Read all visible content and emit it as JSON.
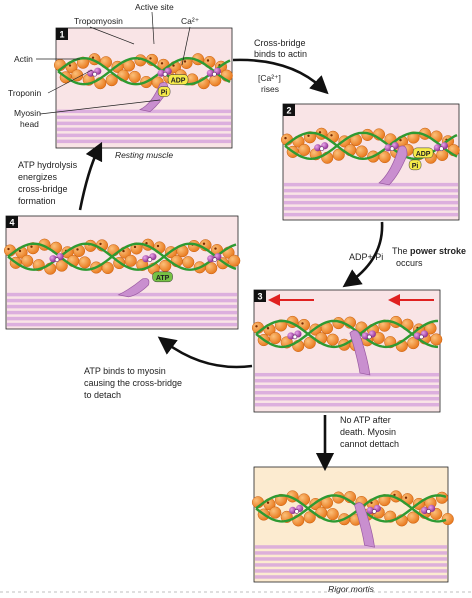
{
  "labels": {
    "tropomyosin": "Tropomyosin",
    "active_site": "Active site",
    "ca": "Ca²⁺",
    "actin": "Actin",
    "troponin": "Troponin",
    "myosin_head_1": "Myosin",
    "myosin_head_2": "head",
    "adp": "ADP",
    "pi": "Pi",
    "atp": "ATP"
  },
  "panels": [
    {
      "number": "1",
      "caption": "Resting muscle"
    },
    {
      "number": "2"
    },
    {
      "number": "3"
    },
    {
      "number": "4"
    },
    {
      "caption": "Rigor mortis"
    }
  ],
  "steps": {
    "s1a": "Cross-bridge",
    "s1b": "binds to actin",
    "s1c": "[Ca²⁺]",
    "s1d": "rises",
    "s2a": "ADP+ Pi",
    "s2b_pre": "The ",
    "s2b_bold": "power stroke",
    "s2c": "occurs",
    "s3a": "ATP binds to myosin",
    "s3b": "causing the cross-bridge",
    "s3c": "to detach",
    "s4a": "ATP hydrolysis",
    "s4b": "energizes",
    "s4c": "cross-bridge",
    "s4d": "formation",
    "s5a": "No ATP after",
    "s5b": "death. Myosin",
    "s5c": "cannot dettach"
  },
  "colors": {
    "panel_bg": "#f9e4e6",
    "rigor_bg": "#fcebd0",
    "actin": "#f28a2a",
    "tropomyosin": "#2e9a32",
    "troponin": "#b04ab0",
    "myosin": "#c98fcf",
    "thick": "#d7a6dc",
    "adp": "#f5ea4a",
    "atp": "#76c244",
    "red_arrow": "#e02020",
    "badge": "#111111"
  }
}
